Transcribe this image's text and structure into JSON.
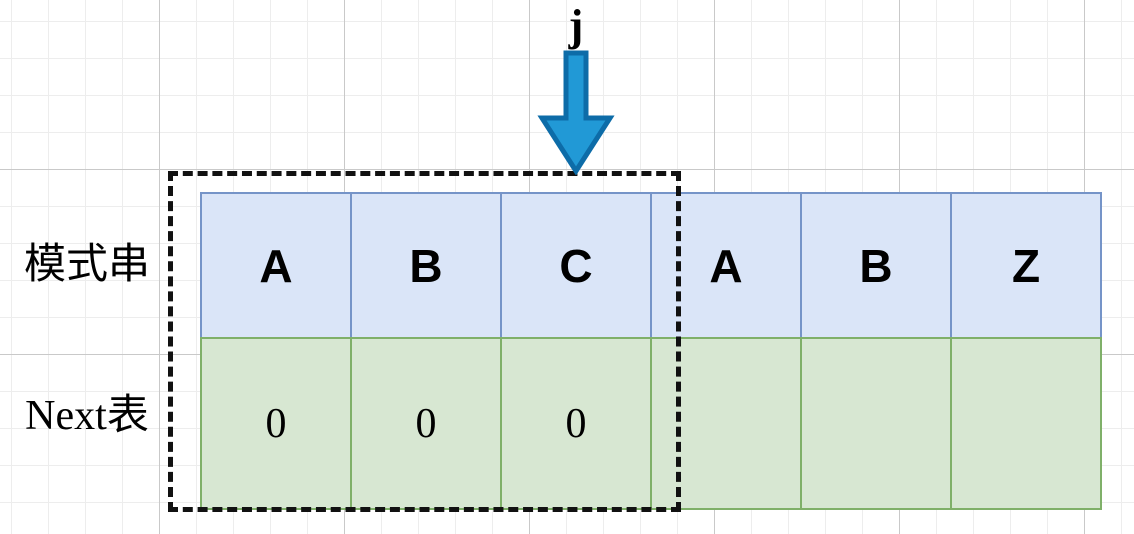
{
  "diagram": {
    "title": "KMP next table construction step",
    "pointer": {
      "label": "j",
      "icon": "down-arrow-icon",
      "fill_color": "#2199d6",
      "stroke_color": "#0d6ca8",
      "points_to_column_index": 3
    },
    "highlight_box": {
      "style": "dashed",
      "color": "#111111",
      "covers_columns": 3
    },
    "rows": [
      {
        "key": "pattern",
        "label": "模式串",
        "fill_color": "#dae5f8",
        "border_color": "#7594c8",
        "cells": [
          {
            "value": "A"
          },
          {
            "value": "B"
          },
          {
            "value": "C"
          },
          {
            "value": "A"
          },
          {
            "value": "B"
          },
          {
            "value": "Z"
          }
        ]
      },
      {
        "key": "next",
        "label": "Next表",
        "fill_color": "#d7e7d2",
        "border_color": "#7fb069",
        "cells": [
          {
            "value": "0"
          },
          {
            "value": "0"
          },
          {
            "value": "0"
          },
          {
            "value": ""
          },
          {
            "value": ""
          },
          {
            "value": ""
          }
        ]
      }
    ]
  }
}
